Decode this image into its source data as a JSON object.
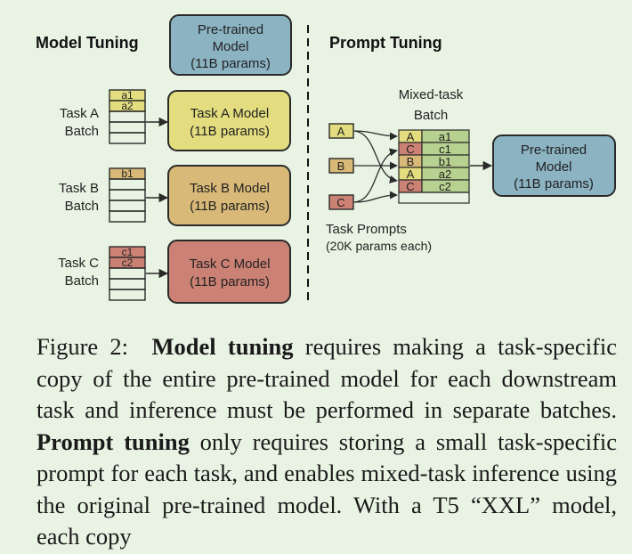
{
  "colors": {
    "background": "#e9f3e3",
    "blue": "#8bb3c2",
    "yellow": "#e3dd7f",
    "tan": "#d8b978",
    "red": "#cc8175",
    "green": "#b7d190",
    "stroke": "#2a2a2a"
  },
  "left_panel": {
    "title": "Model Tuning",
    "pretrained_box": {
      "line1": "Pre-trained",
      "line2": "Model",
      "line3": "(11B params)"
    },
    "tasks": [
      {
        "label1": "Task A",
        "label2": "Batch",
        "rows": [
          "a1",
          "a2"
        ],
        "model1": "Task A Model",
        "model2": "(11B params)"
      },
      {
        "label1": "Task B",
        "label2": "Batch",
        "rows": [
          "b1"
        ],
        "model1": "Task B Model",
        "model2": "(11B params)"
      },
      {
        "label1": "Task C",
        "label2": "Batch",
        "rows": [
          "c1",
          "c2"
        ],
        "model1": "Task C Model",
        "model2": "(11B params)"
      }
    ]
  },
  "right_panel": {
    "title": "Prompt Tuning",
    "batch_title1": "Mixed-task",
    "batch_title2": "Batch",
    "prompts": [
      "A",
      "B",
      "C"
    ],
    "batch_rows": [
      {
        "prompt": "A",
        "item": "a1"
      },
      {
        "prompt": "C",
        "item": "c1"
      },
      {
        "prompt": "B",
        "item": "b1"
      },
      {
        "prompt": "A",
        "item": "a2"
      },
      {
        "prompt": "C",
        "item": "c2"
      }
    ],
    "prompts_label1": "Task Prompts",
    "prompts_label2": "(20K params each)",
    "pretrained_box": {
      "line1": "Pre-trained",
      "line2": "Model",
      "line3": "(11B params)"
    }
  },
  "caption": {
    "label": "Figure 2:",
    "bold1": "Model tuning",
    "text1": " requires making a task-specific copy of the entire pre-trained model for each downstream task and inference must be performed in separate batches. ",
    "bold2": "Prompt tuning",
    "text2": " only requires storing a small task-specific prompt for each task, and enables mixed-task inference using the original pre-trained model. With a T5 “XXL” model, each copy"
  }
}
